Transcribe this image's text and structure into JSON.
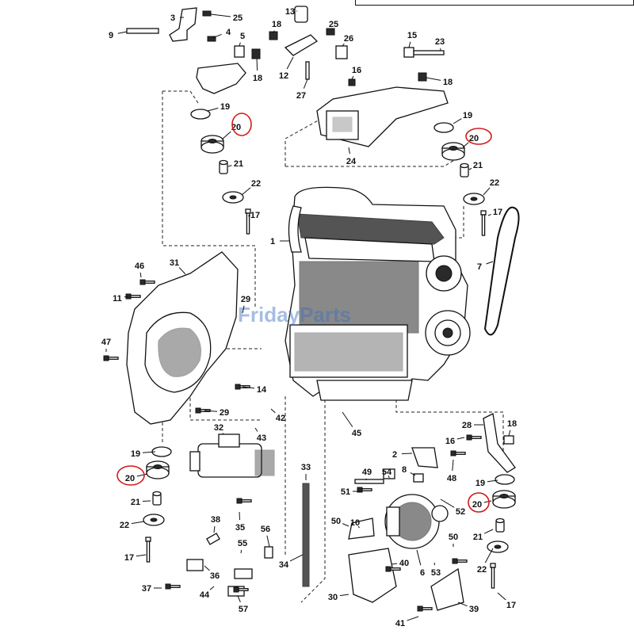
{
  "diagram": {
    "watermark": "FridayParts",
    "highlighted_callout": "20",
    "callouts": [
      {
        "id": "c3",
        "text": "3"
      },
      {
        "id": "c25a",
        "text": "25"
      },
      {
        "id": "c9",
        "text": "9"
      },
      {
        "id": "c4",
        "text": "4"
      },
      {
        "id": "c5",
        "text": "5"
      },
      {
        "id": "c18a",
        "text": "18"
      },
      {
        "id": "c13",
        "text": "13"
      },
      {
        "id": "c18b",
        "text": "18"
      },
      {
        "id": "c25b",
        "text": "25"
      },
      {
        "id": "c26",
        "text": "26"
      },
      {
        "id": "c12",
        "text": "12"
      },
      {
        "id": "c27",
        "text": "27"
      },
      {
        "id": "c15",
        "text": "15"
      },
      {
        "id": "c23",
        "text": "23"
      },
      {
        "id": "c16a",
        "text": "16"
      },
      {
        "id": "c18c",
        "text": "18"
      },
      {
        "id": "c19a",
        "text": "19"
      },
      {
        "id": "c20a",
        "text": "20"
      },
      {
        "id": "c21a",
        "text": "21"
      },
      {
        "id": "c22a",
        "text": "22"
      },
      {
        "id": "c17a",
        "text": "17"
      },
      {
        "id": "c24",
        "text": "24"
      },
      {
        "id": "c19b",
        "text": "19"
      },
      {
        "id": "c20b",
        "text": "20"
      },
      {
        "id": "c21b",
        "text": "21"
      },
      {
        "id": "c22b",
        "text": "22"
      },
      {
        "id": "c17b",
        "text": "17"
      },
      {
        "id": "c1",
        "text": "1"
      },
      {
        "id": "c7",
        "text": "7"
      },
      {
        "id": "c46",
        "text": "46"
      },
      {
        "id": "c31",
        "text": "31"
      },
      {
        "id": "c11",
        "text": "11"
      },
      {
        "id": "c29a",
        "text": "29"
      },
      {
        "id": "c47",
        "text": "47"
      },
      {
        "id": "c14",
        "text": "14"
      },
      {
        "id": "c29b",
        "text": "29"
      },
      {
        "id": "c42",
        "text": "42"
      },
      {
        "id": "c32",
        "text": "32"
      },
      {
        "id": "c43",
        "text": "43"
      },
      {
        "id": "c45",
        "text": "45"
      },
      {
        "id": "c28",
        "text": "28"
      },
      {
        "id": "c18d",
        "text": "18"
      },
      {
        "id": "c16b",
        "text": "16"
      },
      {
        "id": "c19c",
        "text": "19"
      },
      {
        "id": "c20c",
        "text": "20"
      },
      {
        "id": "c21c",
        "text": "21"
      },
      {
        "id": "c22c",
        "text": "22"
      },
      {
        "id": "c17c",
        "text": "17"
      },
      {
        "id": "c2",
        "text": "2"
      },
      {
        "id": "c8",
        "text": "8"
      },
      {
        "id": "c48",
        "text": "48"
      },
      {
        "id": "c49",
        "text": "49"
      },
      {
        "id": "c54",
        "text": "54"
      },
      {
        "id": "c33",
        "text": "33"
      },
      {
        "id": "c51",
        "text": "51"
      },
      {
        "id": "c52",
        "text": "52"
      },
      {
        "id": "c19d",
        "text": "19"
      },
      {
        "id": "c20d",
        "text": "20"
      },
      {
        "id": "c21d",
        "text": "21"
      },
      {
        "id": "c22d",
        "text": "22"
      },
      {
        "id": "c17d",
        "text": "17"
      },
      {
        "id": "c38",
        "text": "38"
      },
      {
        "id": "c35",
        "text": "35"
      },
      {
        "id": "c56",
        "text": "56"
      },
      {
        "id": "c55",
        "text": "55"
      },
      {
        "id": "c36",
        "text": "36"
      },
      {
        "id": "c34",
        "text": "34"
      },
      {
        "id": "c50a",
        "text": "50"
      },
      {
        "id": "c10",
        "text": "10"
      },
      {
        "id": "c50b",
        "text": "50"
      },
      {
        "id": "c53",
        "text": "53"
      },
      {
        "id": "c40",
        "text": "40"
      },
      {
        "id": "c6",
        "text": "6"
      },
      {
        "id": "c37",
        "text": "37"
      },
      {
        "id": "c44",
        "text": "44"
      },
      {
        "id": "c57",
        "text": "57"
      },
      {
        "id": "c30",
        "text": "30"
      },
      {
        "id": "c39",
        "text": "39"
      },
      {
        "id": "c41",
        "text": "41"
      }
    ]
  }
}
